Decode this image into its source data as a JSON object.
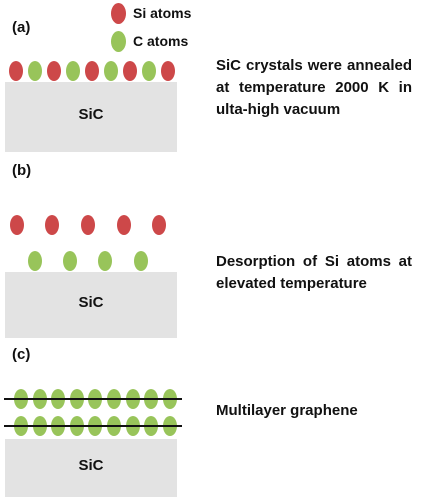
{
  "legend": {
    "si_label": "Si atoms",
    "c_label": "C atoms"
  },
  "colors": {
    "si": "#cd4849",
    "c": "#98c45a",
    "substrate": "#e3e3e3"
  },
  "panels": [
    {
      "label": "(a)",
      "substrate": "SiC",
      "description": "SiC  crystals were annealed at temperature 2000 K in ulta-high vacuum"
    },
    {
      "label": "(b)",
      "substrate": "SiC",
      "description": "Desorption  of  Si  atoms  at elevated temperature"
    },
    {
      "label": "(c)",
      "substrate": "SiC",
      "description": "Multilayer graphene"
    }
  ]
}
